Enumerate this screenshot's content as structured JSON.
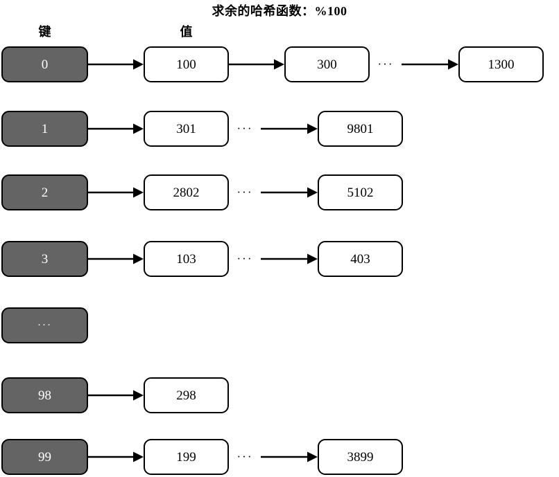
{
  "title": "求余的哈希函数：%100",
  "labels": {
    "key": "键",
    "value": "值"
  },
  "colors": {
    "key_fill": "#646464",
    "key_text": "#ffffff",
    "value_fill": "#ffffff",
    "stroke": "#000000",
    "background": "#ffffff"
  },
  "ellipsis": "···",
  "rows": [
    {
      "key": "0",
      "key_is_ellipsis": false,
      "values": [
        "100",
        "300",
        "1300"
      ],
      "gap_before_last": true
    },
    {
      "key": "1",
      "key_is_ellipsis": false,
      "values": [
        "301",
        "9801"
      ],
      "gap_before_last": true
    },
    {
      "key": "2",
      "key_is_ellipsis": false,
      "values": [
        "2802",
        "5102"
      ],
      "gap_before_last": true
    },
    {
      "key": "3",
      "key_is_ellipsis": false,
      "values": [
        "103",
        "403"
      ],
      "gap_before_last": true
    },
    {
      "key": "···",
      "key_is_ellipsis": true,
      "values": [],
      "gap_before_last": false
    },
    {
      "key": "98",
      "key_is_ellipsis": false,
      "values": [
        "298"
      ],
      "gap_before_last": false
    },
    {
      "key": "99",
      "key_is_ellipsis": false,
      "values": [
        "199",
        "3899"
      ],
      "gap_before_last": true
    }
  ]
}
